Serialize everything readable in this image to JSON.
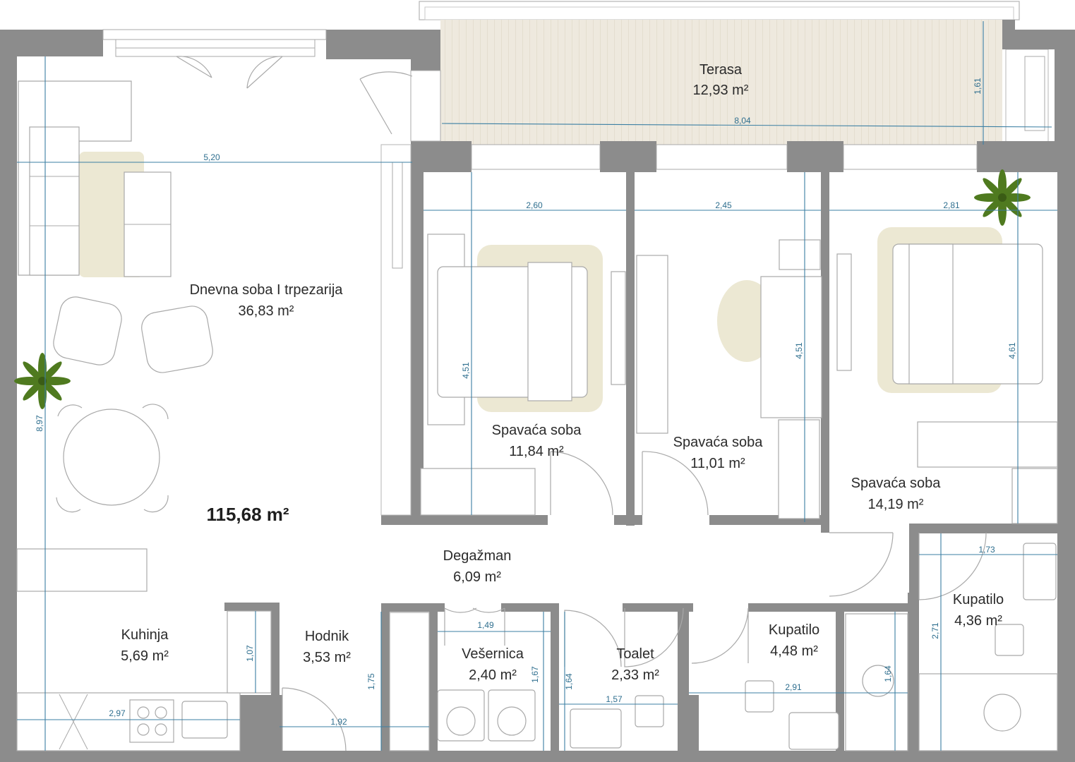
{
  "plan": {
    "total_area": "115,68 m²",
    "rooms": [
      {
        "id": "terasa",
        "name": "Terasa",
        "area": "12,93 m²"
      },
      {
        "id": "dnevna",
        "name": "Dnevna soba I trpezarija",
        "area": "36,83 m²"
      },
      {
        "id": "spavaca1",
        "name": "Spavaća soba",
        "area": "11,84 m²"
      },
      {
        "id": "spavaca2",
        "name": "Spavaća soba",
        "area": "11,01 m²"
      },
      {
        "id": "spavaca3",
        "name": "Spavaća soba",
        "area": "14,19 m²"
      },
      {
        "id": "degazman",
        "name": "Degažman",
        "area": "6,09 m²"
      },
      {
        "id": "kuhinja",
        "name": "Kuhinja",
        "area": "5,69 m²"
      },
      {
        "id": "hodnik",
        "name": "Hodnik",
        "area": "3,53 m²"
      },
      {
        "id": "vesernica",
        "name": "Vešernica",
        "area": "2,40 m²"
      },
      {
        "id": "toalet",
        "name": "Toalet",
        "area": "2,33 m²"
      },
      {
        "id": "kupatilo1",
        "name": "Kupatilo",
        "area": "4,48 m²"
      },
      {
        "id": "kupatilo2",
        "name": "Kupatilo",
        "area": "4,36 m²"
      }
    ],
    "dimensions": [
      {
        "id": "terasa-h",
        "value": "1,61"
      },
      {
        "id": "terasa-w",
        "value": "8,04"
      },
      {
        "id": "dnevna-w",
        "value": "5,20"
      },
      {
        "id": "dnevna-h",
        "value": "8,97"
      },
      {
        "id": "spavaca1-w",
        "value": "2,60"
      },
      {
        "id": "spavaca1-h",
        "value": "4,51"
      },
      {
        "id": "spavaca2-w",
        "value": "2,45"
      },
      {
        "id": "spavaca2-h",
        "value": "4,51"
      },
      {
        "id": "spavaca3-w",
        "value": "2,81"
      },
      {
        "id": "spavaca3-h",
        "value": "4,61"
      },
      {
        "id": "kupatilo2-w",
        "value": "1,73"
      },
      {
        "id": "kupatilo2-h",
        "value": "2,71"
      },
      {
        "id": "kuhinja-h",
        "value": "1,07"
      },
      {
        "id": "kuhinja-w",
        "value": "2,97"
      },
      {
        "id": "hodnik-w",
        "value": "1,92"
      },
      {
        "id": "hodnik-h",
        "value": "1,75"
      },
      {
        "id": "vesernica-w",
        "value": "1,49"
      },
      {
        "id": "vesernica-h",
        "value": "1,67"
      },
      {
        "id": "toalet-h",
        "value": "1,64"
      },
      {
        "id": "toalet-w",
        "value": "1,57"
      },
      {
        "id": "kupatilo1-w",
        "value": "2,91"
      },
      {
        "id": "kupatilo1-h",
        "value": "1,64"
      }
    ]
  },
  "colors": {
    "wall": "#8c8c8c",
    "dimension": "#3b7fa3",
    "rug": "#ece8d3",
    "terrace": "#eee9de",
    "plant": "#4f7a1f"
  }
}
